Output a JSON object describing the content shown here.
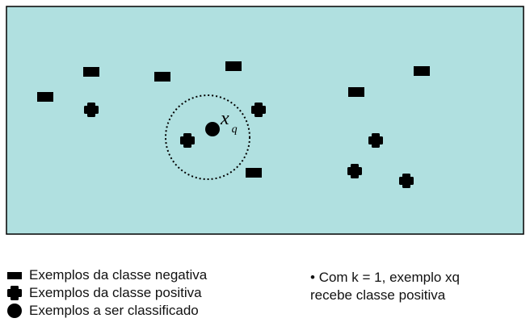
{
  "diagram": {
    "background_color": "#b0e0e0",
    "border_color": "#000000",
    "query_label": "x",
    "query_subscript": "q",
    "negative_examples": [
      {
        "symbol": "minus"
      },
      {
        "symbol": "minus"
      },
      {
        "symbol": "minus"
      },
      {
        "symbol": "minus"
      },
      {
        "symbol": "minus"
      },
      {
        "symbol": "minus"
      },
      {
        "symbol": "minus"
      }
    ],
    "positive_examples": [
      {
        "symbol": "plus"
      },
      {
        "symbol": "plus"
      },
      {
        "symbol": "plus"
      },
      {
        "symbol": "plus"
      },
      {
        "symbol": "plus"
      },
      {
        "symbol": "plus"
      }
    ]
  },
  "legend": {
    "negative": "Exemplos da classe negativa",
    "positive": "Exemplos da classe positiva",
    "query": "Exemplos a ser classificado"
  },
  "note": {
    "bullet": "•",
    "line1": "Com k = 1, exemplo xq",
    "line2": "recebe classe positiva"
  }
}
